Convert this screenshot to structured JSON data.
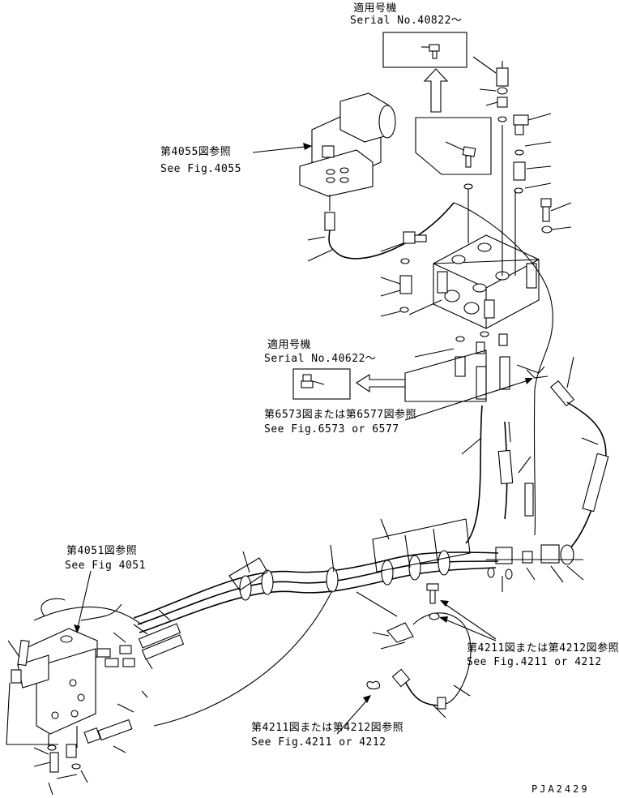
{
  "callouts": {
    "serial_top": {
      "line1": "適用号機",
      "line2": "Serial No.40822～"
    },
    "serial_mid": {
      "line1": "適用号機",
      "line2": "Serial No.40622～"
    },
    "ref_4055": {
      "jp": "第4055図参照",
      "en": "See Fig.4055"
    },
    "ref_6573": {
      "jp": "第6573図または第6577図参照",
      "en": "See Fig.6573 or 6577"
    },
    "ref_4051": {
      "jp": "第4051図参照",
      "en": "See Fig 4051"
    },
    "ref_4211_right": {
      "jp": "第4211図または第4212図参照",
      "en": "See Fig.4211 or 4212"
    },
    "ref_4211_bottom": {
      "jp": "第4211図または第4212図参照",
      "en": "See Fig.4211 or 4212"
    }
  },
  "drawing_code": "PJA2429"
}
